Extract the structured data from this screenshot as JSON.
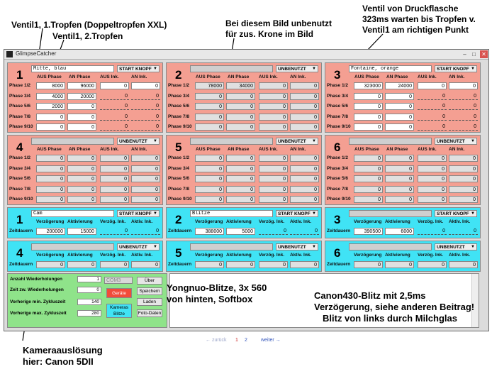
{
  "annotations": {
    "a1": "Ventil1, 1.Tropfen (Doppeltropfen XXL)",
    "a2": "Ventil1, 2.Tropfen",
    "a3_l1": "Bei diesem Bild unbenutzt",
    "a3_l2": "für zus. Krone im Bild",
    "a4_l1": "Ventil von Druckflasche",
    "a4_l2": "323ms warten bis Tropfen v.",
    "a4_l3": "Ventil1 am richtigen Punkt",
    "a5_l1": "Yongnuo-Blitze, 3x 560",
    "a5_l2": "von hinten, Softbox",
    "a6_l1": "Canon430-Blitz mit 2,5ms",
    "a6_l2": "Verzögerung, siehe anderen Beitrag!",
    "a6_l3": "Blitz von links durch Milchglas",
    "a7_l1": "Kameraauslösung",
    "a7_l2": "hier: Canon 5DII"
  },
  "window": {
    "title": "GlimpseCatcher"
  },
  "valve_headers": {
    "aus": "AUS Phase",
    "an": "AN Phase",
    "ausink": "AUS Ink.",
    "anink": "AN Ink."
  },
  "phase_labels": [
    "Phase 1/2",
    "Phase 3/4",
    "Phase 5/6",
    "Phase 7/8",
    "Phase 9/10"
  ],
  "valves": [
    {
      "num": "1",
      "name": "Mitte, blau",
      "mode": "START KNOPF",
      "rows": [
        [
          "8000",
          "96000",
          "0",
          "0"
        ],
        [
          "4000",
          "20000",
          "0",
          "0"
        ],
        [
          "2000",
          "0",
          "0",
          "0"
        ],
        [
          "0",
          "0",
          "0",
          "0"
        ],
        [
          "0",
          "0",
          "0",
          "0"
        ]
      ]
    },
    {
      "num": "2",
      "name": "",
      "mode": "UNBENUTZT",
      "rows": [
        [
          "78000",
          "34000",
          "0",
          "0"
        ],
        [
          "0",
          "0",
          "0",
          "0"
        ],
        [
          "0",
          "0",
          "0",
          "0"
        ],
        [
          "0",
          "0",
          "0",
          "0"
        ],
        [
          "0",
          "0",
          "0",
          "0"
        ]
      ]
    },
    {
      "num": "3",
      "name": "Fontaine, orange",
      "mode": "START KNOPF",
      "rows": [
        [
          "323000",
          "24000",
          "0",
          "0"
        ],
        [
          "0",
          "0",
          "0",
          "0"
        ],
        [
          "0",
          "0",
          "0",
          "0"
        ],
        [
          "0",
          "0",
          "0",
          "0"
        ],
        [
          "0",
          "0",
          "0",
          "0"
        ]
      ]
    },
    {
      "num": "4",
      "name": "",
      "mode": "UNBENUTZT",
      "rows": [
        [
          "0",
          "0",
          "0",
          "0"
        ],
        [
          "0",
          "0",
          "0",
          "0"
        ],
        [
          "0",
          "0",
          "0",
          "0"
        ],
        [
          "0",
          "0",
          "0",
          "0"
        ],
        [
          "0",
          "0",
          "0",
          "0"
        ]
      ]
    },
    {
      "num": "5",
      "name": "",
      "mode": "UNBENUTZT",
      "rows": [
        [
          "0",
          "0",
          "0",
          "0"
        ],
        [
          "0",
          "0",
          "0",
          "0"
        ],
        [
          "0",
          "0",
          "0",
          "0"
        ],
        [
          "0",
          "0",
          "0",
          "0"
        ],
        [
          "0",
          "0",
          "0",
          "0"
        ]
      ]
    },
    {
      "num": "6",
      "name": "",
      "mode": "UNBENUTZT",
      "rows": [
        [
          "0",
          "0",
          "0",
          "0"
        ],
        [
          "0",
          "0",
          "0",
          "0"
        ],
        [
          "0",
          "0",
          "0",
          "0"
        ],
        [
          "0",
          "0",
          "0",
          "0"
        ],
        [
          "0",
          "0",
          "0",
          "0"
        ]
      ]
    }
  ],
  "trigger_headers": {
    "v": "Verzögerung",
    "a": "Aktivierung",
    "vi": "Verzög. Ink.",
    "ai": "Aktiv. Ink.",
    "row": "Zeitdauern"
  },
  "triggers": [
    {
      "num": "1",
      "name": "Cam",
      "mode": "START KNOPF",
      "vals": [
        "200000",
        "15000",
        "0",
        "0"
      ]
    },
    {
      "num": "2",
      "name": "Blitze",
      "mode": "START KNOPF",
      "vals": [
        "388000",
        "5000",
        "0",
        "0"
      ]
    },
    {
      "num": "3",
      "name": "",
      "mode": "START KNOPF",
      "vals": [
        "390500",
        "6000",
        "0",
        "0"
      ]
    },
    {
      "num": "4",
      "name": "",
      "mode": "UNBENUTZT",
      "vals": [
        "0",
        "0",
        "0",
        "0"
      ]
    },
    {
      "num": "5",
      "name": "",
      "mode": "UNBENUTZT",
      "vals": [
        "0",
        "0",
        "0",
        "0"
      ]
    },
    {
      "num": "6",
      "name": "",
      "mode": "UNBENUTZT",
      "vals": [
        "0",
        "0",
        "0",
        "0"
      ]
    }
  ],
  "settings": {
    "reps_label": "Anzahl Wiederholungen",
    "reps": "1",
    "time_label": "Zeit zw. Wiederholungen",
    "time": "0",
    "min_label": "Vorherige min. Zykluszeit",
    "min": "140",
    "max_label": "Vorherige max. Zykluszeit",
    "max": "280",
    "com": "COM3",
    "ueber": "Über",
    "speichern": "Speichern",
    "laden": "Laden",
    "foto": "Foto-Daten",
    "geraete": "Geräte",
    "kameras_l1": "Kameras",
    "kameras_l2": "Blitze"
  },
  "pager": {
    "back": "← zurück",
    "p1": "1",
    "p2": "2",
    "next": "weiter →"
  },
  "colors": {
    "valve_panel": "#f49f92",
    "trigger_panel": "#40e3f5",
    "settings_panel": "#8fe38a"
  }
}
